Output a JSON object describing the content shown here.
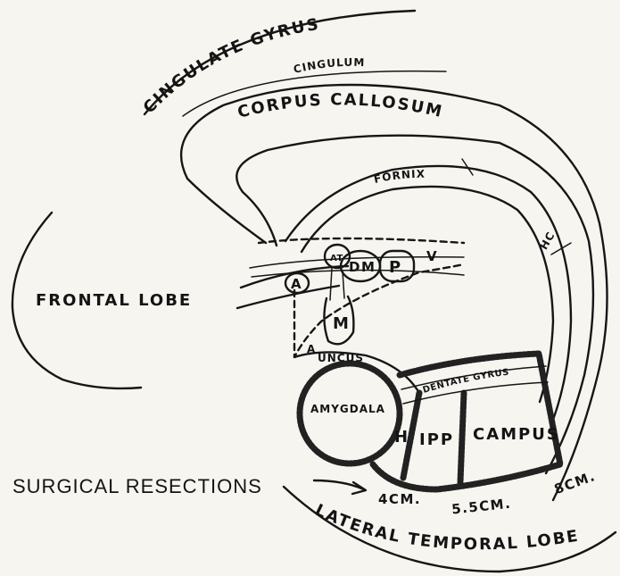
{
  "labels": {
    "cingulate_gyrus": "CINGULATE GYRUS",
    "cingulum": "CINGULUM",
    "corpus_callosum": "CORPUS CALLOSUM",
    "fornix": "FORNIX",
    "frontal_lobe": "FRONTAL LOBE",
    "hc": "HC",
    "a": "A",
    "at": "AT",
    "dm": "DM",
    "p": "P",
    "v": "V",
    "m": "M",
    "a_lower": "A",
    "uncus": "UNCUS",
    "amygdala": "AMYGDALA",
    "dentate": "DENTATE GYRUS",
    "hippo_h": "H",
    "hippo_ipp": "IPP",
    "hippo_campus": "CAMPUS",
    "surgical_resections": "SURGICAL RESECTIONS",
    "cm4": "4CM.",
    "cm55": "5.5CM.",
    "cm8": "8CM.",
    "lateral_temporal_lobe": "LATERAL TEMPORAL LOBE"
  }
}
